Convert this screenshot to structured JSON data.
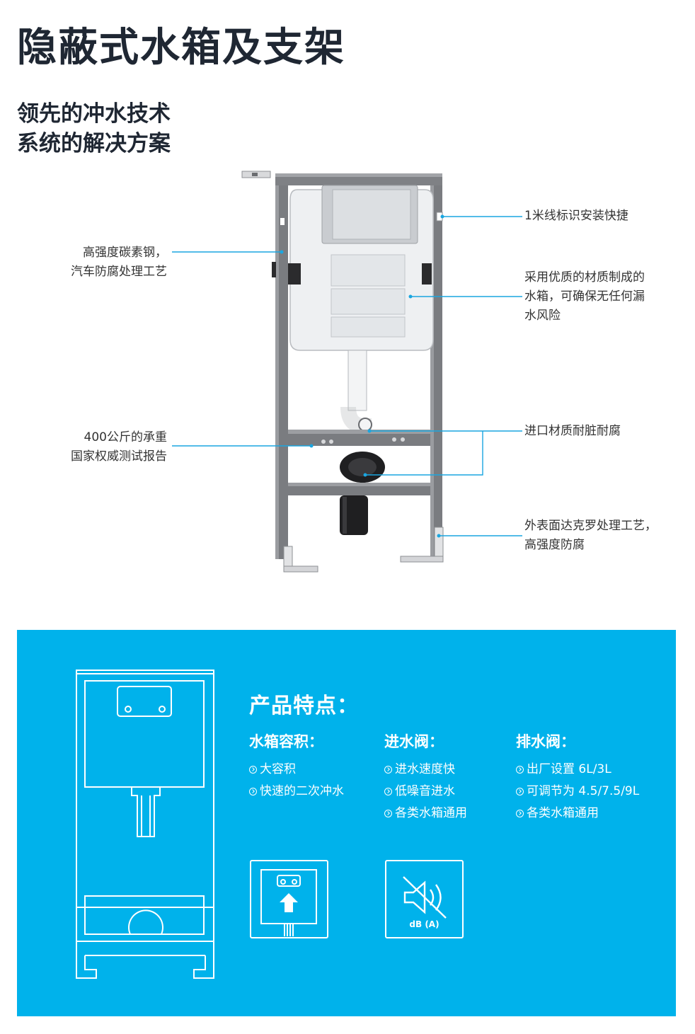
{
  "page": {
    "title": "隐蔽式水箱及支架",
    "subtitle_line1": "领先的冲水技术",
    "subtitle_line2": "系统的解决方案"
  },
  "callouts": {
    "steel": [
      "高强度碳素钢，",
      "汽车防腐处理工艺"
    ],
    "load": [
      "400公斤的承重",
      "国家权威测试报告"
    ],
    "marking": [
      "1米线标识安装快捷"
    ],
    "tank": [
      "采用优质的材质制成的",
      "水箱，可确保无任何漏",
      "水风险"
    ],
    "imported": [
      "进口材质耐脏耐腐"
    ],
    "surface": [
      "外表面达克罗处理工艺，",
      "高强度防腐"
    ]
  },
  "features": {
    "heading": "产品特点：",
    "columns": [
      {
        "title": "水箱容积：",
        "items": [
          "大容积",
          "快速的二次冲水"
        ]
      },
      {
        "title": "进水阀：",
        "items": [
          "进水速度快",
          "低噪音进水",
          "各类水箱通用"
        ]
      },
      {
        "title": "排水阀：",
        "items": [
          "出厂设置 6L/3L",
          "可调节为 4.5/7.5/9L",
          "各类水箱通用"
        ]
      }
    ],
    "noise_label": "dB (A)"
  },
  "colors": {
    "panel": "#00b2eb",
    "frame": "#7a7c80",
    "leader_line": "#1aa6e0",
    "title": "#1f2733"
  }
}
